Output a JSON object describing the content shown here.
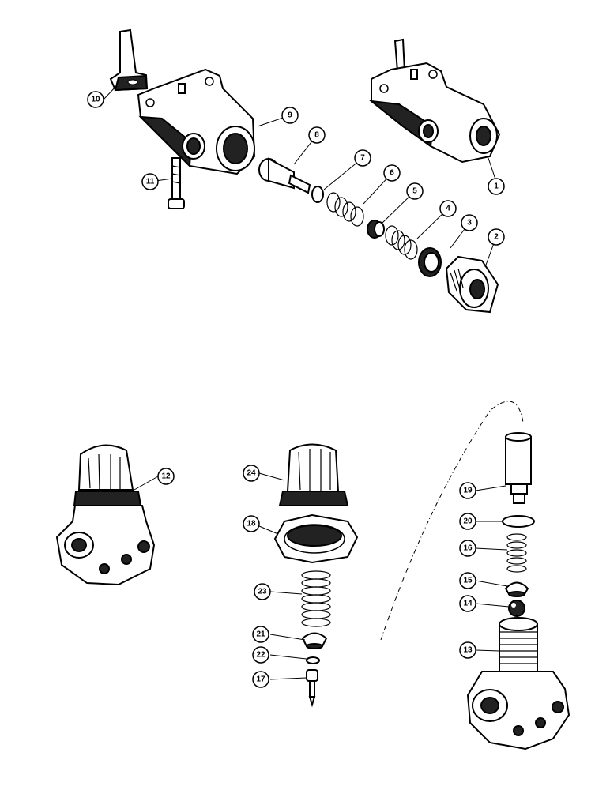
{
  "callouts": [
    {
      "id": "c1",
      "label": "1"
    },
    {
      "id": "c2",
      "label": "2"
    },
    {
      "id": "c3",
      "label": "3"
    },
    {
      "id": "c4",
      "label": "4"
    },
    {
      "id": "c5",
      "label": "5"
    },
    {
      "id": "c6",
      "label": "6"
    },
    {
      "id": "c7",
      "label": "7"
    },
    {
      "id": "c8",
      "label": "8"
    },
    {
      "id": "c9",
      "label": "9"
    },
    {
      "id": "c10",
      "label": "10"
    },
    {
      "id": "c11",
      "label": "11"
    },
    {
      "id": "c12",
      "label": "12"
    },
    {
      "id": "c13",
      "label": "13"
    },
    {
      "id": "c14",
      "label": "14"
    },
    {
      "id": "c15",
      "label": "15"
    },
    {
      "id": "c16",
      "label": "16"
    },
    {
      "id": "c17",
      "label": "17"
    },
    {
      "id": "c18",
      "label": "18"
    },
    {
      "id": "c19",
      "label": "19"
    },
    {
      "id": "c20",
      "label": "20"
    },
    {
      "id": "c21",
      "label": "21"
    },
    {
      "id": "c22",
      "label": "22"
    },
    {
      "id": "c23",
      "label": "23"
    },
    {
      "id": "c24",
      "label": "24"
    }
  ],
  "colors": {
    "ink": "#000000",
    "paper": "#ffffff"
  }
}
